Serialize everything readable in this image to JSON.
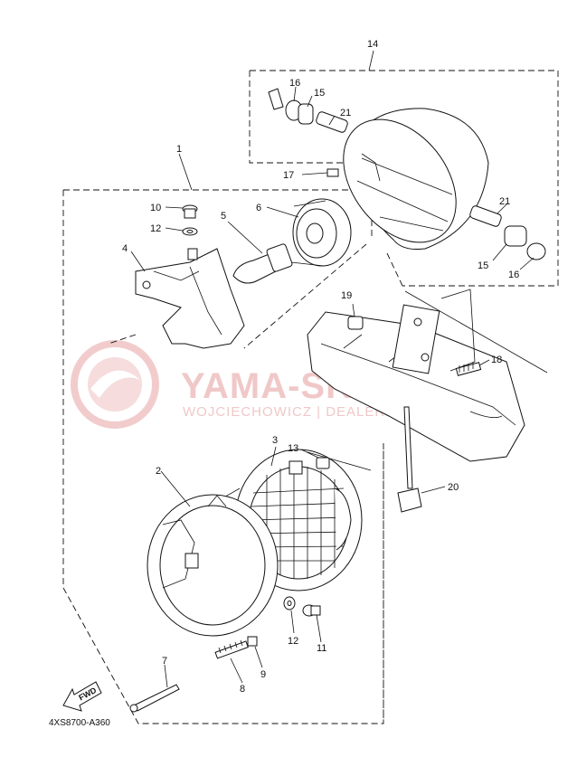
{
  "diagram": {
    "code": "4XS8700-A360",
    "fwd_label": "FWD",
    "watermark": {
      "main": "YAMA-SKLEP.PL",
      "sub": "WOJCIECHOWICZ | DEALER YAMAHA"
    },
    "callouts": {
      "c1": "1",
      "c2": "2",
      "c3": "3",
      "c4": "4",
      "c5": "5",
      "c6": "6",
      "c7": "7",
      "c8": "8",
      "c9": "9",
      "c10": "10",
      "c11": "11",
      "c12a": "12",
      "c12b": "12",
      "c13": "13",
      "c14": "14",
      "c15a": "15",
      "c15b": "15",
      "c16a": "16",
      "c16b": "16",
      "c17": "17",
      "c18": "18",
      "c19": "19",
      "c20": "20",
      "c21a": "21",
      "c21b": "21"
    }
  }
}
